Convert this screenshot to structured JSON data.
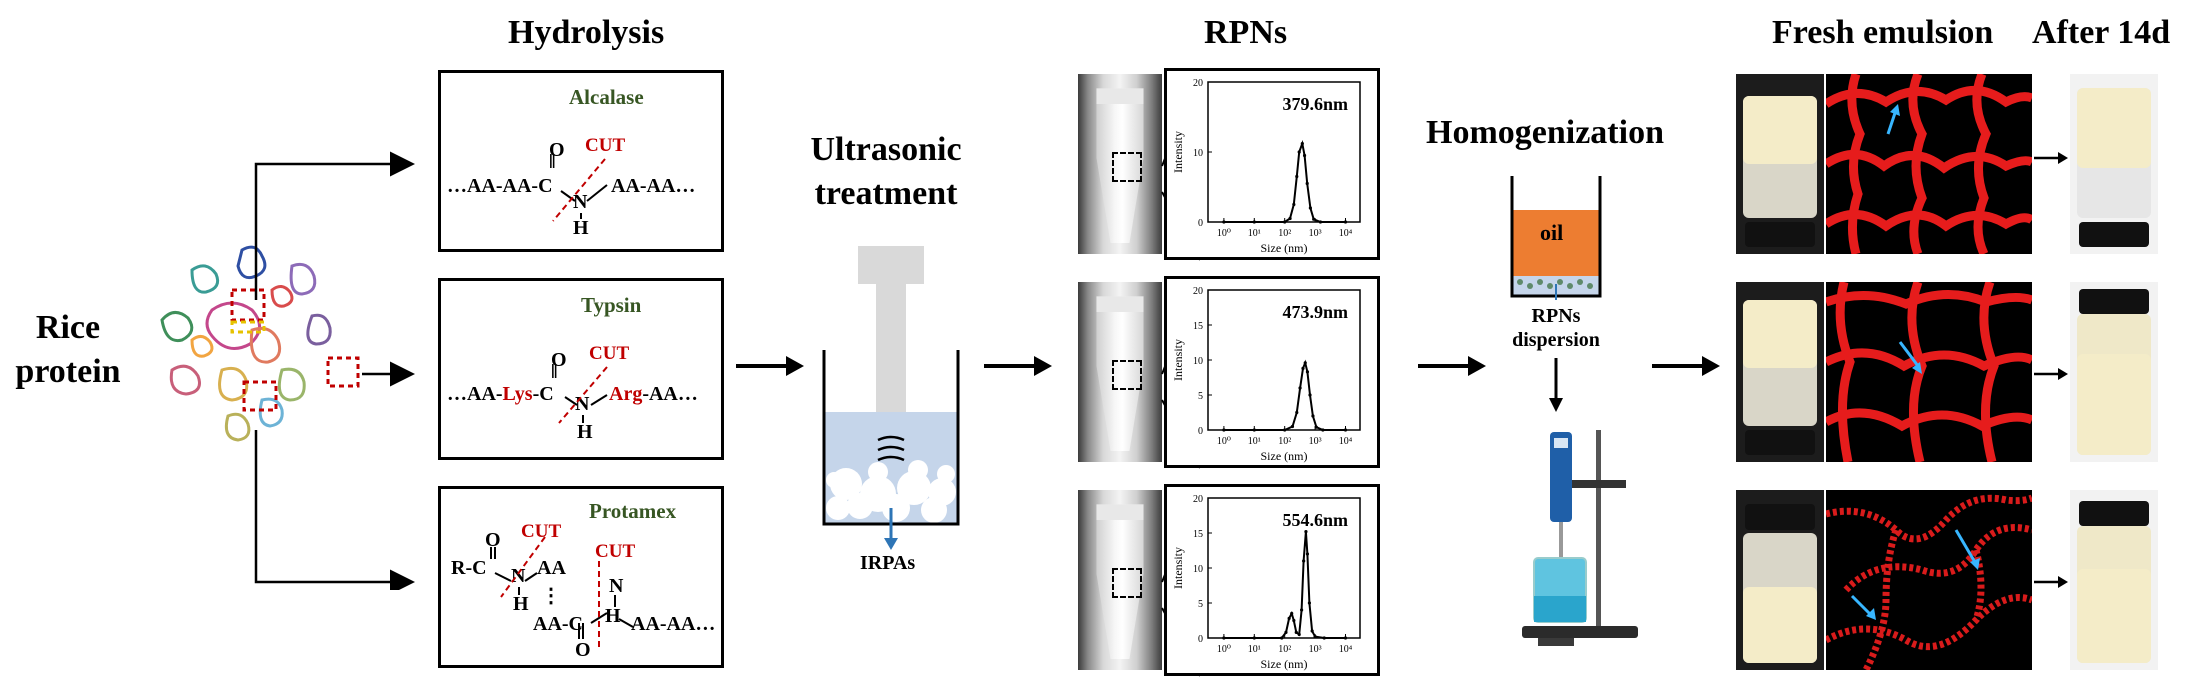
{
  "headers": {
    "hydrolysis": "Hydrolysis",
    "ultrasonic": "Ultrasonic\ntreatment",
    "rpns": "RPNs",
    "homogenization": "Homogenization",
    "fresh_emulsion": "Fresh emulsion",
    "after_14d": "After 14d"
  },
  "rice_protein_label": "Rice\nprotein",
  "enzymes": [
    {
      "name": "Alcalase",
      "cut": "CUT",
      "chain_left": "…AA-AA-C",
      "chain_right": "AA-AA…",
      "o": "O",
      "n": "N",
      "h": "H"
    },
    {
      "name": "Typsin",
      "cut": "CUT",
      "chain_prefix": "…AA-",
      "lys": "Lys",
      "c": "-C",
      "arg": "Arg",
      "chain_suffix": "-AA…",
      "o": "O",
      "n": "N",
      "h": "H"
    },
    {
      "name": "Protamex",
      "cut1": "CUT",
      "cut2": "CUT",
      "rc": "R-C",
      "aa": "AA",
      "aac": "AA-C",
      "aa_chain": "AA-AA…",
      "o1": "O",
      "o2": "O",
      "n1": "N",
      "n2": "N",
      "h1": "H",
      "h2": "H"
    }
  ],
  "ultrasonic_label": "IRPAs",
  "homog": {
    "oil_label": "oil",
    "dispersion_label": "RPNs\ndispersion"
  },
  "chart_data": [
    {
      "type": "line",
      "title": "379.6nm",
      "xlabel": "Size (nm)",
      "ylabel": "Intensity",
      "x_scale": "log",
      "xlim": [
        0.3,
        30000
      ],
      "ylim": [
        0,
        20
      ],
      "x_ticks": [
        "10⁰",
        "10¹",
        "10²",
        "10³",
        "10⁴"
      ],
      "y_ticks": [
        "0",
        "10",
        "20"
      ],
      "series": [
        {
          "x": [
            1,
            10,
            100,
            150,
            200,
            250,
            300,
            380,
            450,
            550,
            700,
            900,
            1500,
            10000
          ],
          "values": [
            0,
            0,
            0,
            0.5,
            2.5,
            6.5,
            10,
            11.2,
            9.5,
            5.5,
            2,
            0.4,
            0,
            0
          ]
        }
      ]
    },
    {
      "type": "line",
      "title": "473.9nm",
      "xlabel": "Size (nm)",
      "ylabel": "Intensity",
      "x_scale": "log",
      "xlim": [
        0.3,
        30000
      ],
      "ylim": [
        0,
        20
      ],
      "x_ticks": [
        "10⁰",
        "10¹",
        "10²",
        "10³",
        "10⁴"
      ],
      "y_ticks": [
        "0",
        "5",
        "10",
        "15",
        "20"
      ],
      "series": [
        {
          "x": [
            1,
            10,
            100,
            180,
            250,
            320,
            400,
            474,
            560,
            680,
            850,
            1100,
            1800,
            10000
          ],
          "values": [
            0,
            0,
            0,
            0.5,
            2.5,
            6,
            8.8,
            9.6,
            8.3,
            5,
            2,
            0.4,
            0,
            0
          ]
        }
      ]
    },
    {
      "type": "line",
      "title": "554.6nm",
      "xlabel": "Size (nm)",
      "ylabel": "Intensity",
      "x_scale": "log",
      "xlim": [
        0.3,
        30000
      ],
      "ylim": [
        0,
        20
      ],
      "x_ticks": [
        "10⁰",
        "10¹",
        "10²",
        "10³",
        "10⁴"
      ],
      "y_ticks": [
        "0",
        "5",
        "10",
        "15",
        "20"
      ],
      "series": [
        {
          "x": [
            1,
            10,
            80,
            110,
            140,
            170,
            200,
            240,
            300,
            360,
            420,
            500,
            560,
            650,
            800,
            1000,
            2000,
            10000
          ],
          "values": [
            0,
            0,
            0,
            0.8,
            2.8,
            3.5,
            2.5,
            0.8,
            0.5,
            4,
            11,
            15.2,
            12,
            5,
            1,
            0.2,
            0,
            0
          ]
        }
      ]
    }
  ],
  "colors": {
    "cut": "#c00000",
    "enzyme": "#375623",
    "oil": "#ed7d31",
    "water": "#c5d5ea",
    "arrow_blue": "#2e75b6",
    "droplet_line": "#ff2222",
    "sky_arrow": "#38b6ff"
  }
}
